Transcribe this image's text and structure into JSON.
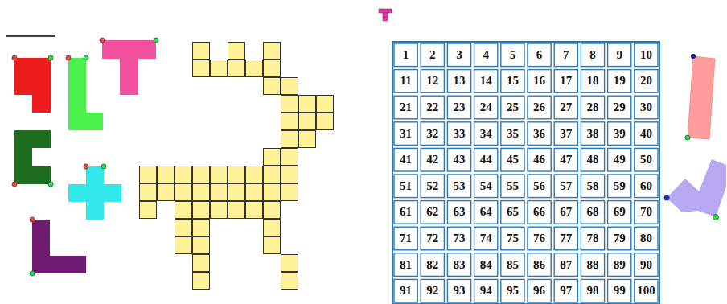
{
  "diagram": {
    "labels": [
      "1",
      "2",
      "3",
      "4",
      "5",
      "6",
      "7",
      "8",
      "9",
      "10",
      "11",
      "12",
      "13",
      "14",
      "15",
      "16",
      "17",
      "18",
      "19",
      "20",
      "21",
      "22",
      "23",
      "24",
      "25",
      "26",
      "27",
      "28",
      "29",
      "30",
      "31",
      "32",
      "33",
      "34",
      "35",
      "36",
      "37",
      "38",
      "39",
      "40",
      "41",
      "42",
      "43",
      "44",
      "45",
      "46",
      "47",
      "48",
      "49",
      "50",
      "51",
      "52",
      "53",
      "54",
      "55",
      "56",
      "57",
      "58",
      "59",
      "60",
      "61",
      "62",
      "63",
      "64",
      "65",
      "66",
      "67",
      "68",
      "69",
      "70",
      "71",
      "72",
      "73",
      "74",
      "75",
      "76",
      "77",
      "78",
      "79",
      "80",
      "81",
      "82",
      "83",
      "84",
      "85",
      "86",
      "87",
      "88",
      "89",
      "90",
      "91",
      "92",
      "93",
      "94",
      "95",
      "96",
      "97",
      "98",
      "99",
      "100"
    ]
  }
}
